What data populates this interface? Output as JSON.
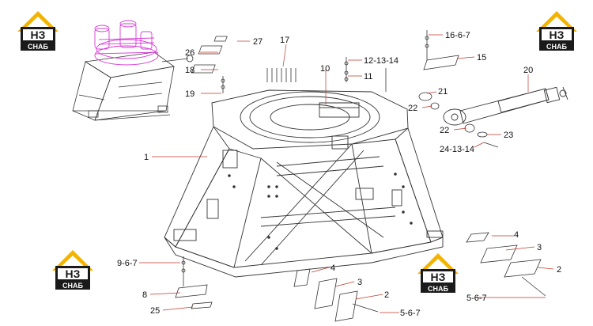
{
  "logo": {
    "mark": "НЗ",
    "word": "СНАБ",
    "colors": {
      "roof": "#f2b400",
      "body": "#1a1a1a",
      "mark_bg": "#ffffff",
      "word_fg": "#ffffff"
    }
  },
  "callouts": {
    "c1": "1",
    "c2a": "2",
    "c2b": "2",
    "c3a": "3",
    "c3b": "3",
    "c4a": "4",
    "c4b": "4",
    "c5a": "5-6-7",
    "c5b": "5-6-7",
    "c8": "8",
    "c9": "9-6-7",
    "c10": "10",
    "c11": "11",
    "c12": "12-13-14",
    "c15": "15",
    "c16": "16-6-7",
    "c17": "17",
    "c18": "18",
    "c19": "19",
    "c20": "20",
    "c21": "21",
    "c22a": "22",
    "c22b": "22",
    "c23": "23",
    "c24": "24-13-14",
    "c25": "25",
    "c26": "26",
    "c27": "27"
  },
  "colors": {
    "line": "#333333",
    "leader": "#c0392b",
    "highlight": "#d63cd6"
  }
}
